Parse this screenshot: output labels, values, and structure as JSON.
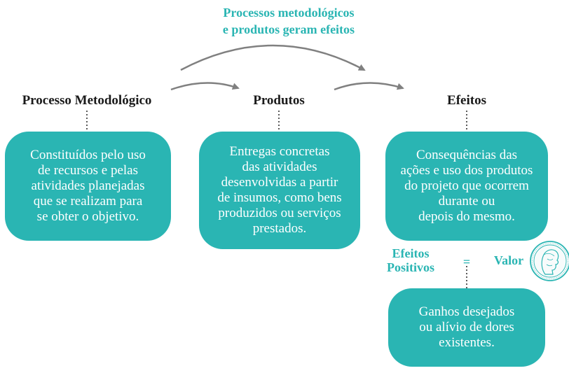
{
  "top_title": {
    "line1": "Processos metodológicos",
    "line2": "e produtos geram efeitos"
  },
  "columns": [
    {
      "heading": "Processo Metodológico",
      "lines": [
        "Constituídos pelo uso",
        "de recursos e pelas",
        "atividades planejadas",
        "que se realizam para",
        "se obter o objetivo."
      ]
    },
    {
      "heading": "Produtos",
      "lines": [
        "Entregas concretas",
        "das atividades",
        "desenvolvidas a partir",
        "de insumos, como bens",
        "produzidos ou serviços",
        "prestados."
      ]
    },
    {
      "heading": "Efeitos",
      "lines": [
        "Consequências das",
        "ações e uso dos produtos",
        "do projeto que ocorrem",
        "durante ou",
        "depois do mesmo."
      ]
    }
  ],
  "equation": {
    "left_line1": "Efeitos",
    "left_line2": "Positivos",
    "operator": "=",
    "right": "Valor",
    "seal_icon": "portrait-seal-icon"
  },
  "result_box": {
    "lines": [
      "Ganhos desejados",
      "ou alívio de dores",
      "existentes."
    ]
  },
  "colors": {
    "accent": "#2ab5b3",
    "arrow": "#808080",
    "heading_text": "#1a1a1a"
  }
}
